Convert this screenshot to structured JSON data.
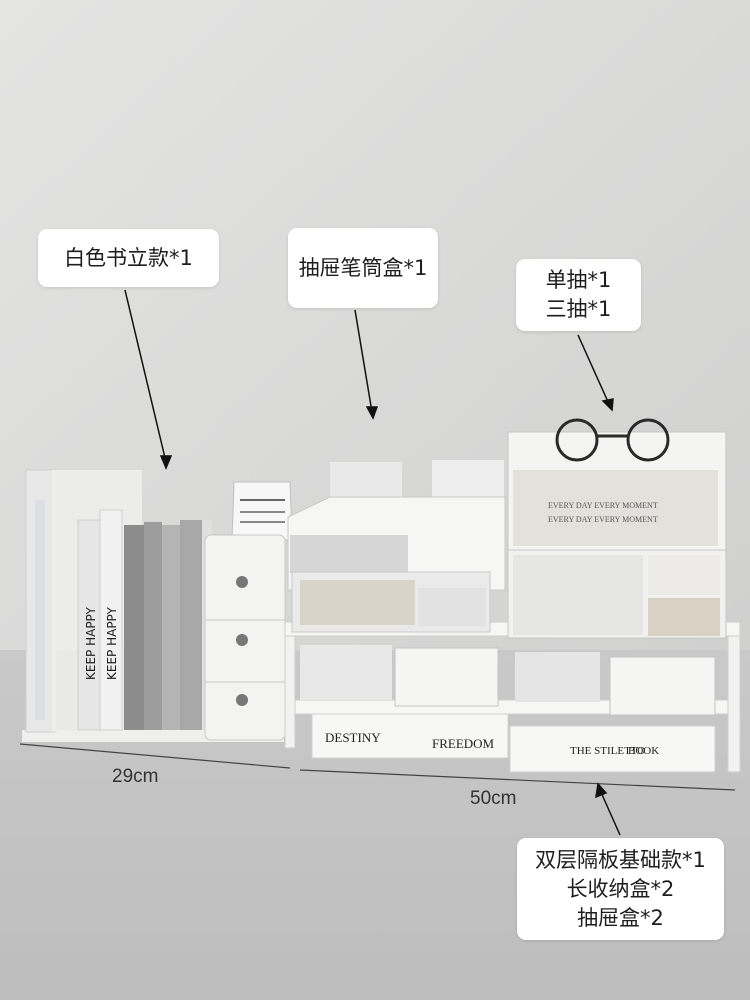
{
  "callouts": {
    "book_stand": "白色书立款*1",
    "drawer_pen_box": "抽屉笔筒盒*1",
    "drawers": [
      "单抽*1",
      "三抽*1"
    ],
    "base_set": [
      "双层隔板基础款*1",
      "长收纳盒*2",
      "抽屉盒*2"
    ]
  },
  "dimensions": {
    "left_width": "29cm",
    "right_width": "50cm"
  },
  "book_spines": [
    "KEEP HAPPY",
    "KEEP HAPPY"
  ],
  "base_books": {
    "left": [
      "DESTINY",
      "FREEDOM"
    ],
    "right": [
      "THE STILETTO",
      "BOOK"
    ]
  },
  "notebook_text": "EVERY DAY EVERY MOMENT",
  "colors": {
    "wall": "#dcdcdb",
    "desk": "#cfcfcf",
    "organizer": "#f4f4f2",
    "label_bg": "#ffffff"
  }
}
